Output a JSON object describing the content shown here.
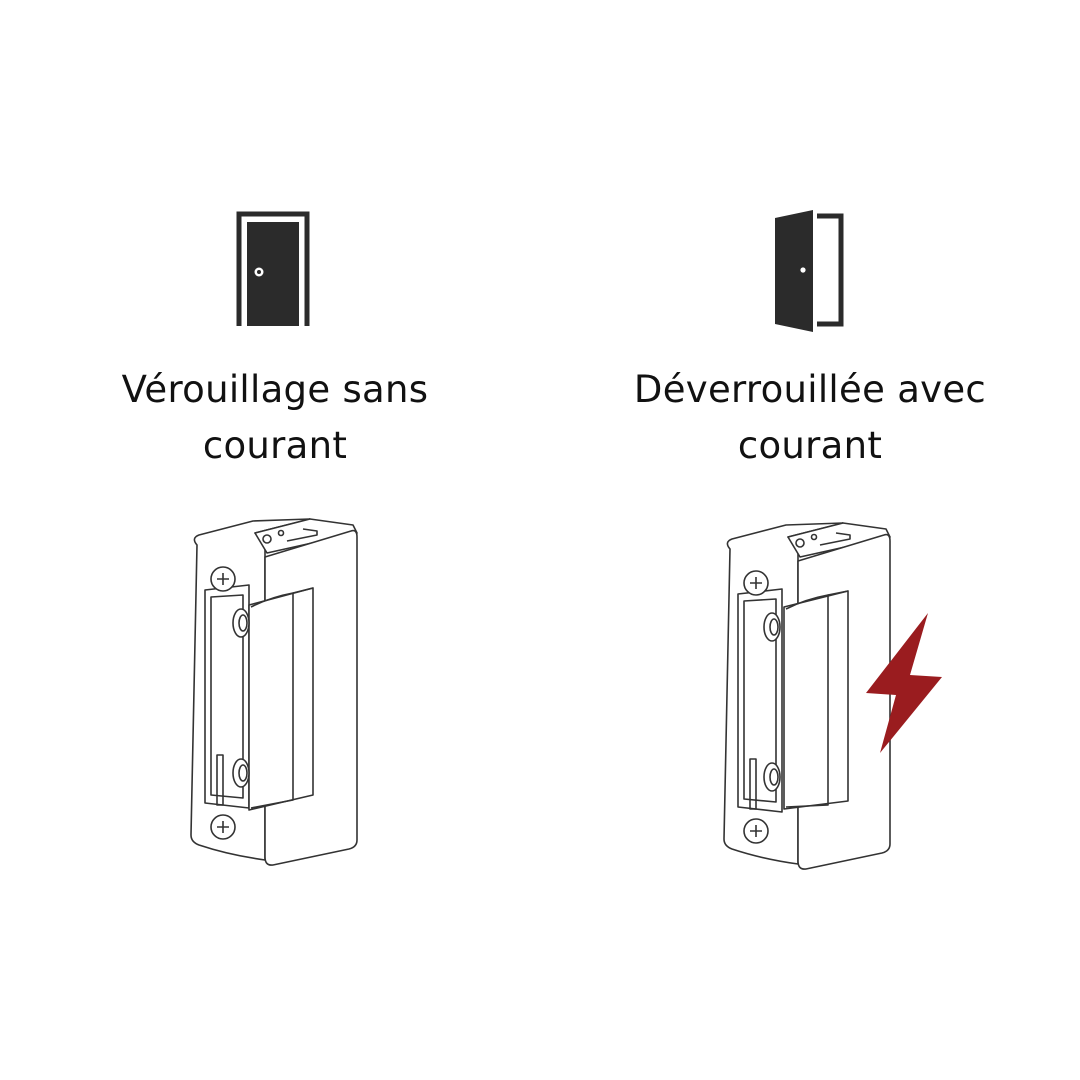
{
  "panels": [
    {
      "state": "locked",
      "caption_line1": "Vérouillage sans",
      "caption_line2": "courant",
      "door_icon": "closed-door-icon",
      "device_icon": "electric-strike-icon",
      "powered": false
    },
    {
      "state": "unlocked",
      "caption_line1": "Déverrouillée avec",
      "caption_line2": "courant",
      "door_icon": "open-door-icon",
      "device_icon": "electric-strike-icon",
      "powered": true,
      "power_icon": "lightning-bolt-icon"
    }
  ],
  "colors": {
    "icon": "#2b2b2b",
    "line": "#333333",
    "bolt": "#9a1c1f",
    "text": "#111111"
  }
}
